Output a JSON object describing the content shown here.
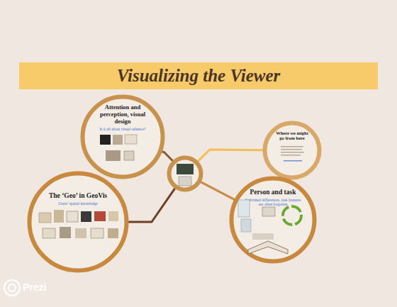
{
  "diagram": {
    "title": "Visualizing the Viewer",
    "nodes": [
      {
        "text": [
          "Attention and perception, visual design",
          "Is it all about visual salience?"
        ]
      },
      {
        "text": []
      },
      {
        "text": [
          "Where we might go from here"
        ]
      },
      {
        "text": [
          "The ‘Geo’ in GeoVis",
          "Users’ spatial knowledge"
        ]
      },
      {
        "text": [
          "Person and task",
          "Individual differences, task features are often forgotten"
        ]
      }
    ],
    "edges": [
      {
        "from": 1,
        "to": 0,
        "arrow": "none"
      },
      {
        "from": 1,
        "to": 2,
        "arrow": "none"
      },
      {
        "from": 1,
        "to": 3,
        "arrow": "none"
      },
      {
        "from": 1,
        "to": 4,
        "arrow": "none"
      }
    ],
    "labels": [
      "Prezi"
    ]
  }
}
